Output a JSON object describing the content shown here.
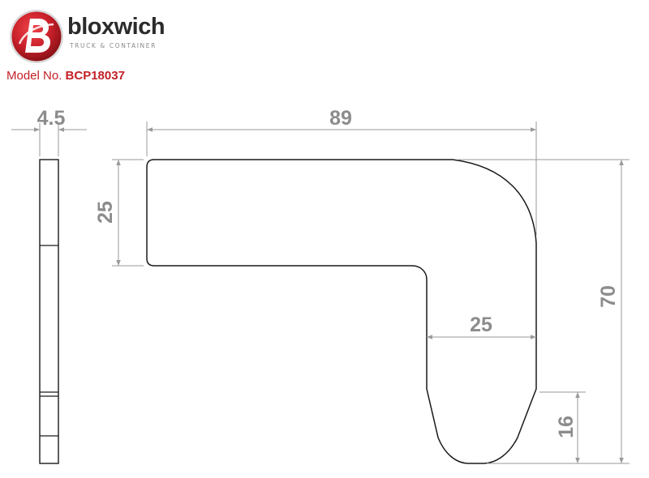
{
  "brand": {
    "name": "bloxwich",
    "tagline": "TRUCK & CONTAINER",
    "accent_color": "#c21f26",
    "logo_icon": "bloxwich-b-logo-icon"
  },
  "model": {
    "label": "Model No.",
    "value": "BCP18037"
  },
  "dimensions": {
    "thickness": "4.5",
    "overall_width": "89",
    "top_arm_height": "25",
    "leg_width": "25",
    "overall_height": "70",
    "bottom_taper_height": "16"
  }
}
